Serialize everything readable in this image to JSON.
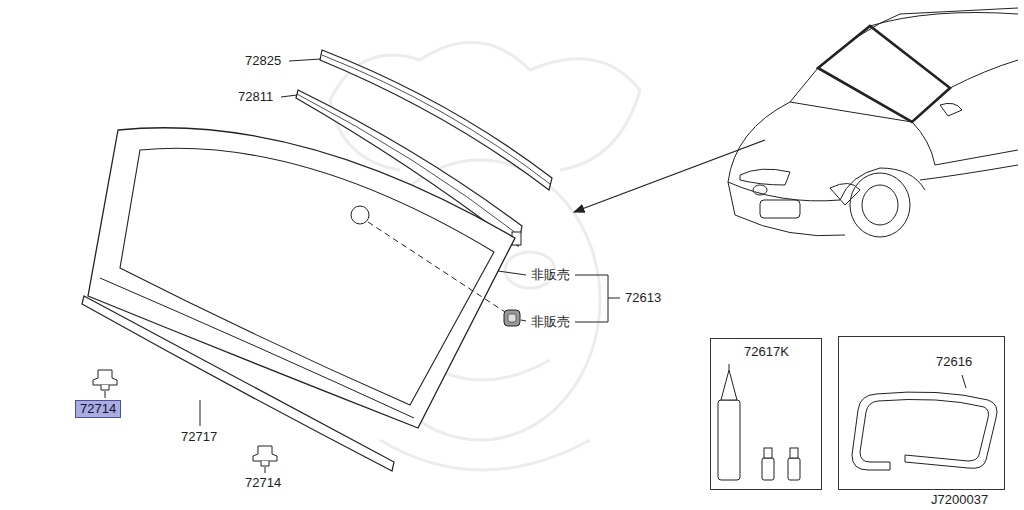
{
  "diagram": {
    "nodes": [
      {
        "text": [
          "72617K"
        ]
      },
      {
        "text": [
          "72616"
        ]
      },
      {
        "text": [
          "72714"
        ]
      }
    ],
    "labels": [
      "72825",
      "72811",
      "非販売",
      "72613",
      "非販売",
      "72717",
      "72714",
      "J7200037"
    ]
  }
}
